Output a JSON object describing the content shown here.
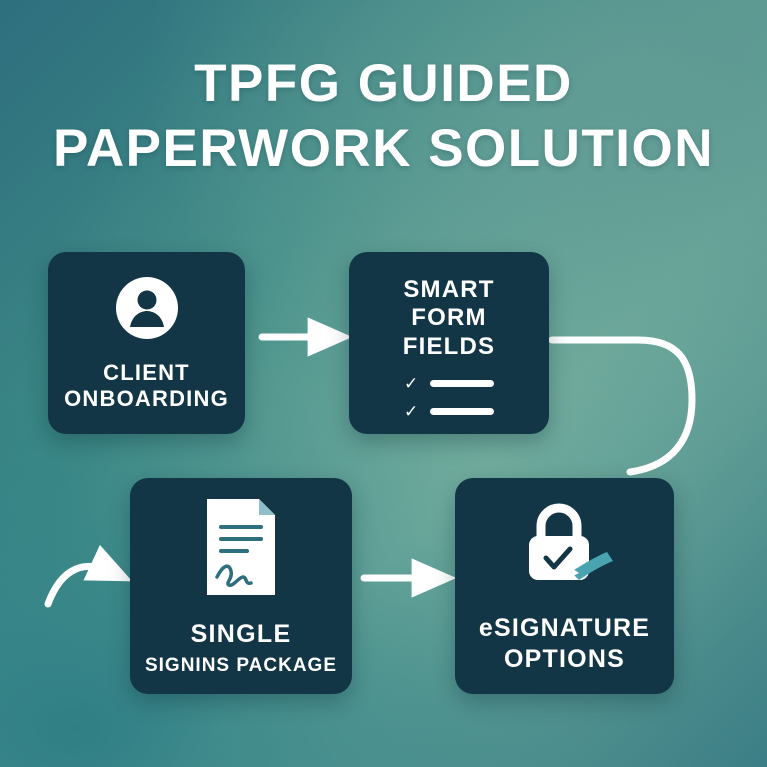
{
  "poster": {
    "title_line1": "TPFG GUIDED",
    "title_line2": "PAPERWORK SOLUTION",
    "background_colors": {
      "gradient_start": "#2e6f7e",
      "gradient_mid": "#6aa89a",
      "gradient_end": "#3b7e85"
    },
    "node_color": "#123645",
    "accent_color": "#ffffff"
  },
  "flow": {
    "nodes": [
      {
        "id": "client-onboarding",
        "icon": "user-avatar-icon",
        "caption_line1": "CLIENT",
        "caption_line2": "ONBOARDING"
      },
      {
        "id": "smart-form-fields",
        "icon": "checklist-icon",
        "caption_line1": "SMART",
        "caption_line2": "FORM",
        "caption_line3": "FIELDS",
        "checklist": [
          {
            "check": "✓",
            "bar": ""
          },
          {
            "check": "✓",
            "bar": ""
          }
        ]
      },
      {
        "id": "single-signing-package",
        "icon": "document-signature-icon",
        "caption_line1": "SINGLE",
        "caption_line2": "SIGNINS PACKAGE"
      },
      {
        "id": "esignature-options",
        "icon": "lock-check-pen-icon",
        "caption_line1": "eSIGNATURE",
        "caption_line2": "OPTIONS"
      }
    ],
    "connectors": [
      {
        "id": "client-to-form",
        "type": "straight-arrow-right"
      },
      {
        "id": "form-to-package",
        "type": "curved-arrow-down-left"
      },
      {
        "id": "package-to-esign",
        "type": "straight-arrow-right"
      }
    ]
  }
}
